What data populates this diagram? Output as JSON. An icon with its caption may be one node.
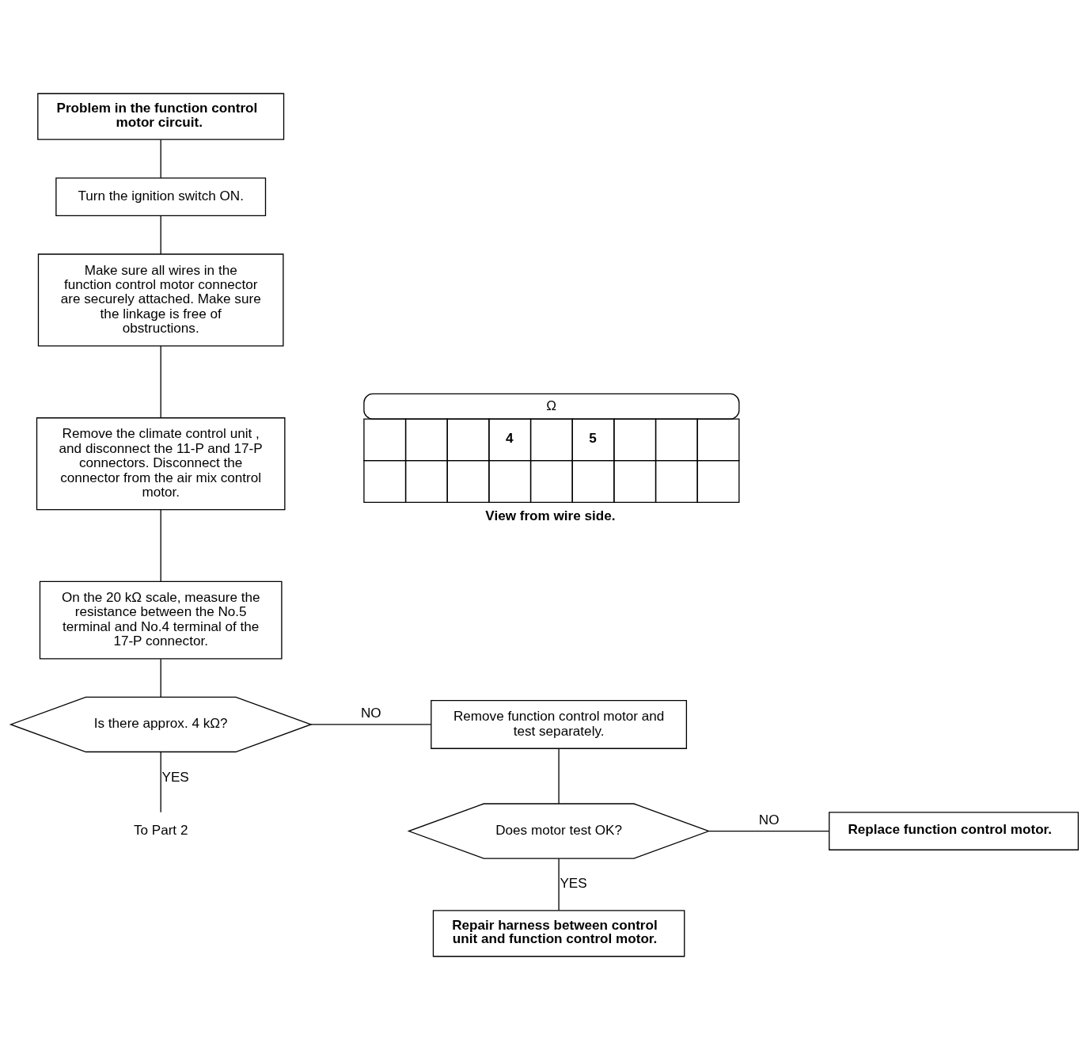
{
  "diagram": {
    "nodes": [
      {
        "text": [
          "Problem in the function control motor circuit."
        ]
      },
      {
        "text": [
          "Turn the ignition switch ON."
        ]
      },
      {
        "text": [
          "Make sure all wires in the function control motor connector are securely attached. Make sure the linkage is free of obstructions."
        ]
      },
      {
        "text": [
          "Remove the climate control unit , and disconnect the 11-P and 17-P connectors. Disconnect the connector from the air mix control motor."
        ]
      },
      {
        "text": [
          "On the 20 kΩ scale, measure the resistance between the No.5 terminal and No.4 terminal of the 17-P connector."
        ]
      },
      {
        "text": [
          "Is there approx. 4 kΩ?"
        ]
      },
      {
        "text": [
          "Remove function control motor and test separately."
        ]
      },
      {
        "text": [
          "Does motor test OK?"
        ]
      },
      {
        "text": [
          "Replace function control motor."
        ]
      },
      {
        "text": [
          "Repair harness between control unit and function control motor."
        ]
      },
      {
        "text": [
          "To Part 2"
        ]
      }
    ],
    "edges": [
      {
        "from": 0,
        "to": 1,
        "arrow": "none"
      },
      {
        "from": 1,
        "to": 2,
        "arrow": "none"
      },
      {
        "from": 2,
        "to": 3,
        "arrow": "none"
      },
      {
        "from": 3,
        "to": 4,
        "arrow": "none"
      },
      {
        "from": 4,
        "to": 5,
        "arrow": "none"
      },
      {
        "from": 5,
        "to": 6,
        "arrow": "none",
        "label": "NO"
      },
      {
        "from": 5,
        "to": 10,
        "arrow": "none",
        "label": "YES"
      },
      {
        "from": 6,
        "to": 7,
        "arrow": "none"
      },
      {
        "from": 7,
        "to": 8,
        "arrow": "none",
        "label": "NO"
      },
      {
        "from": 7,
        "to": 9,
        "arrow": "none",
        "label": "YES"
      }
    ],
    "labels": [
      "Ω",
      "4",
      "5",
      "View from wire side."
    ]
  }
}
